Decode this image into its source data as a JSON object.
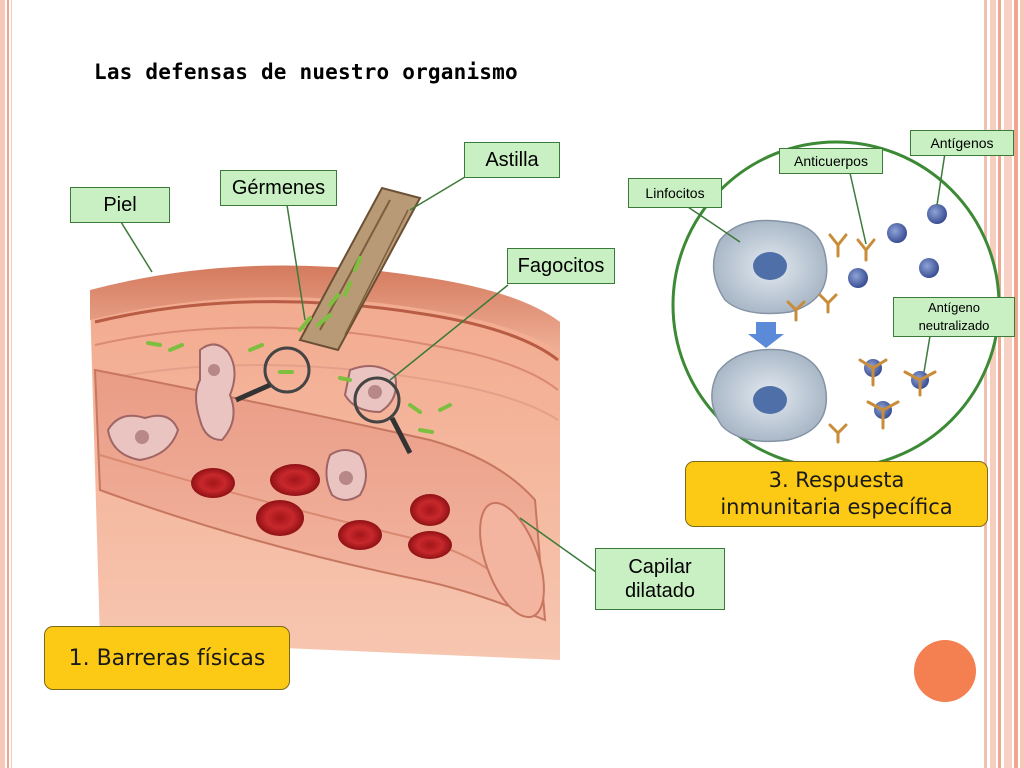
{
  "title": "Las defensas de nuestro organismo",
  "labels": {
    "piel": "Piel",
    "germenes": "Gérmenes",
    "astilla": "Astilla",
    "fagocitos": "Fagocitos",
    "capilar": "Capilar dilatado",
    "linfocitos": "Linfocitos",
    "anticuerpos": "Anticuerpos",
    "antigenos": "Antígenos",
    "antigeno_neutralizado": "Antígeno neutralizado"
  },
  "stages": {
    "barreras": "1. Barreras físicas",
    "respuesta_line1": "3. Respuesta",
    "respuesta_line2": "inmunitaria específica"
  },
  "colors": {
    "label_fill": "#c9f0c3",
    "label_border": "#3c7a3a",
    "stage_fill": "#fcc914",
    "accent_circle": "#f47f50",
    "border_salmon": "#f3b6a3"
  }
}
